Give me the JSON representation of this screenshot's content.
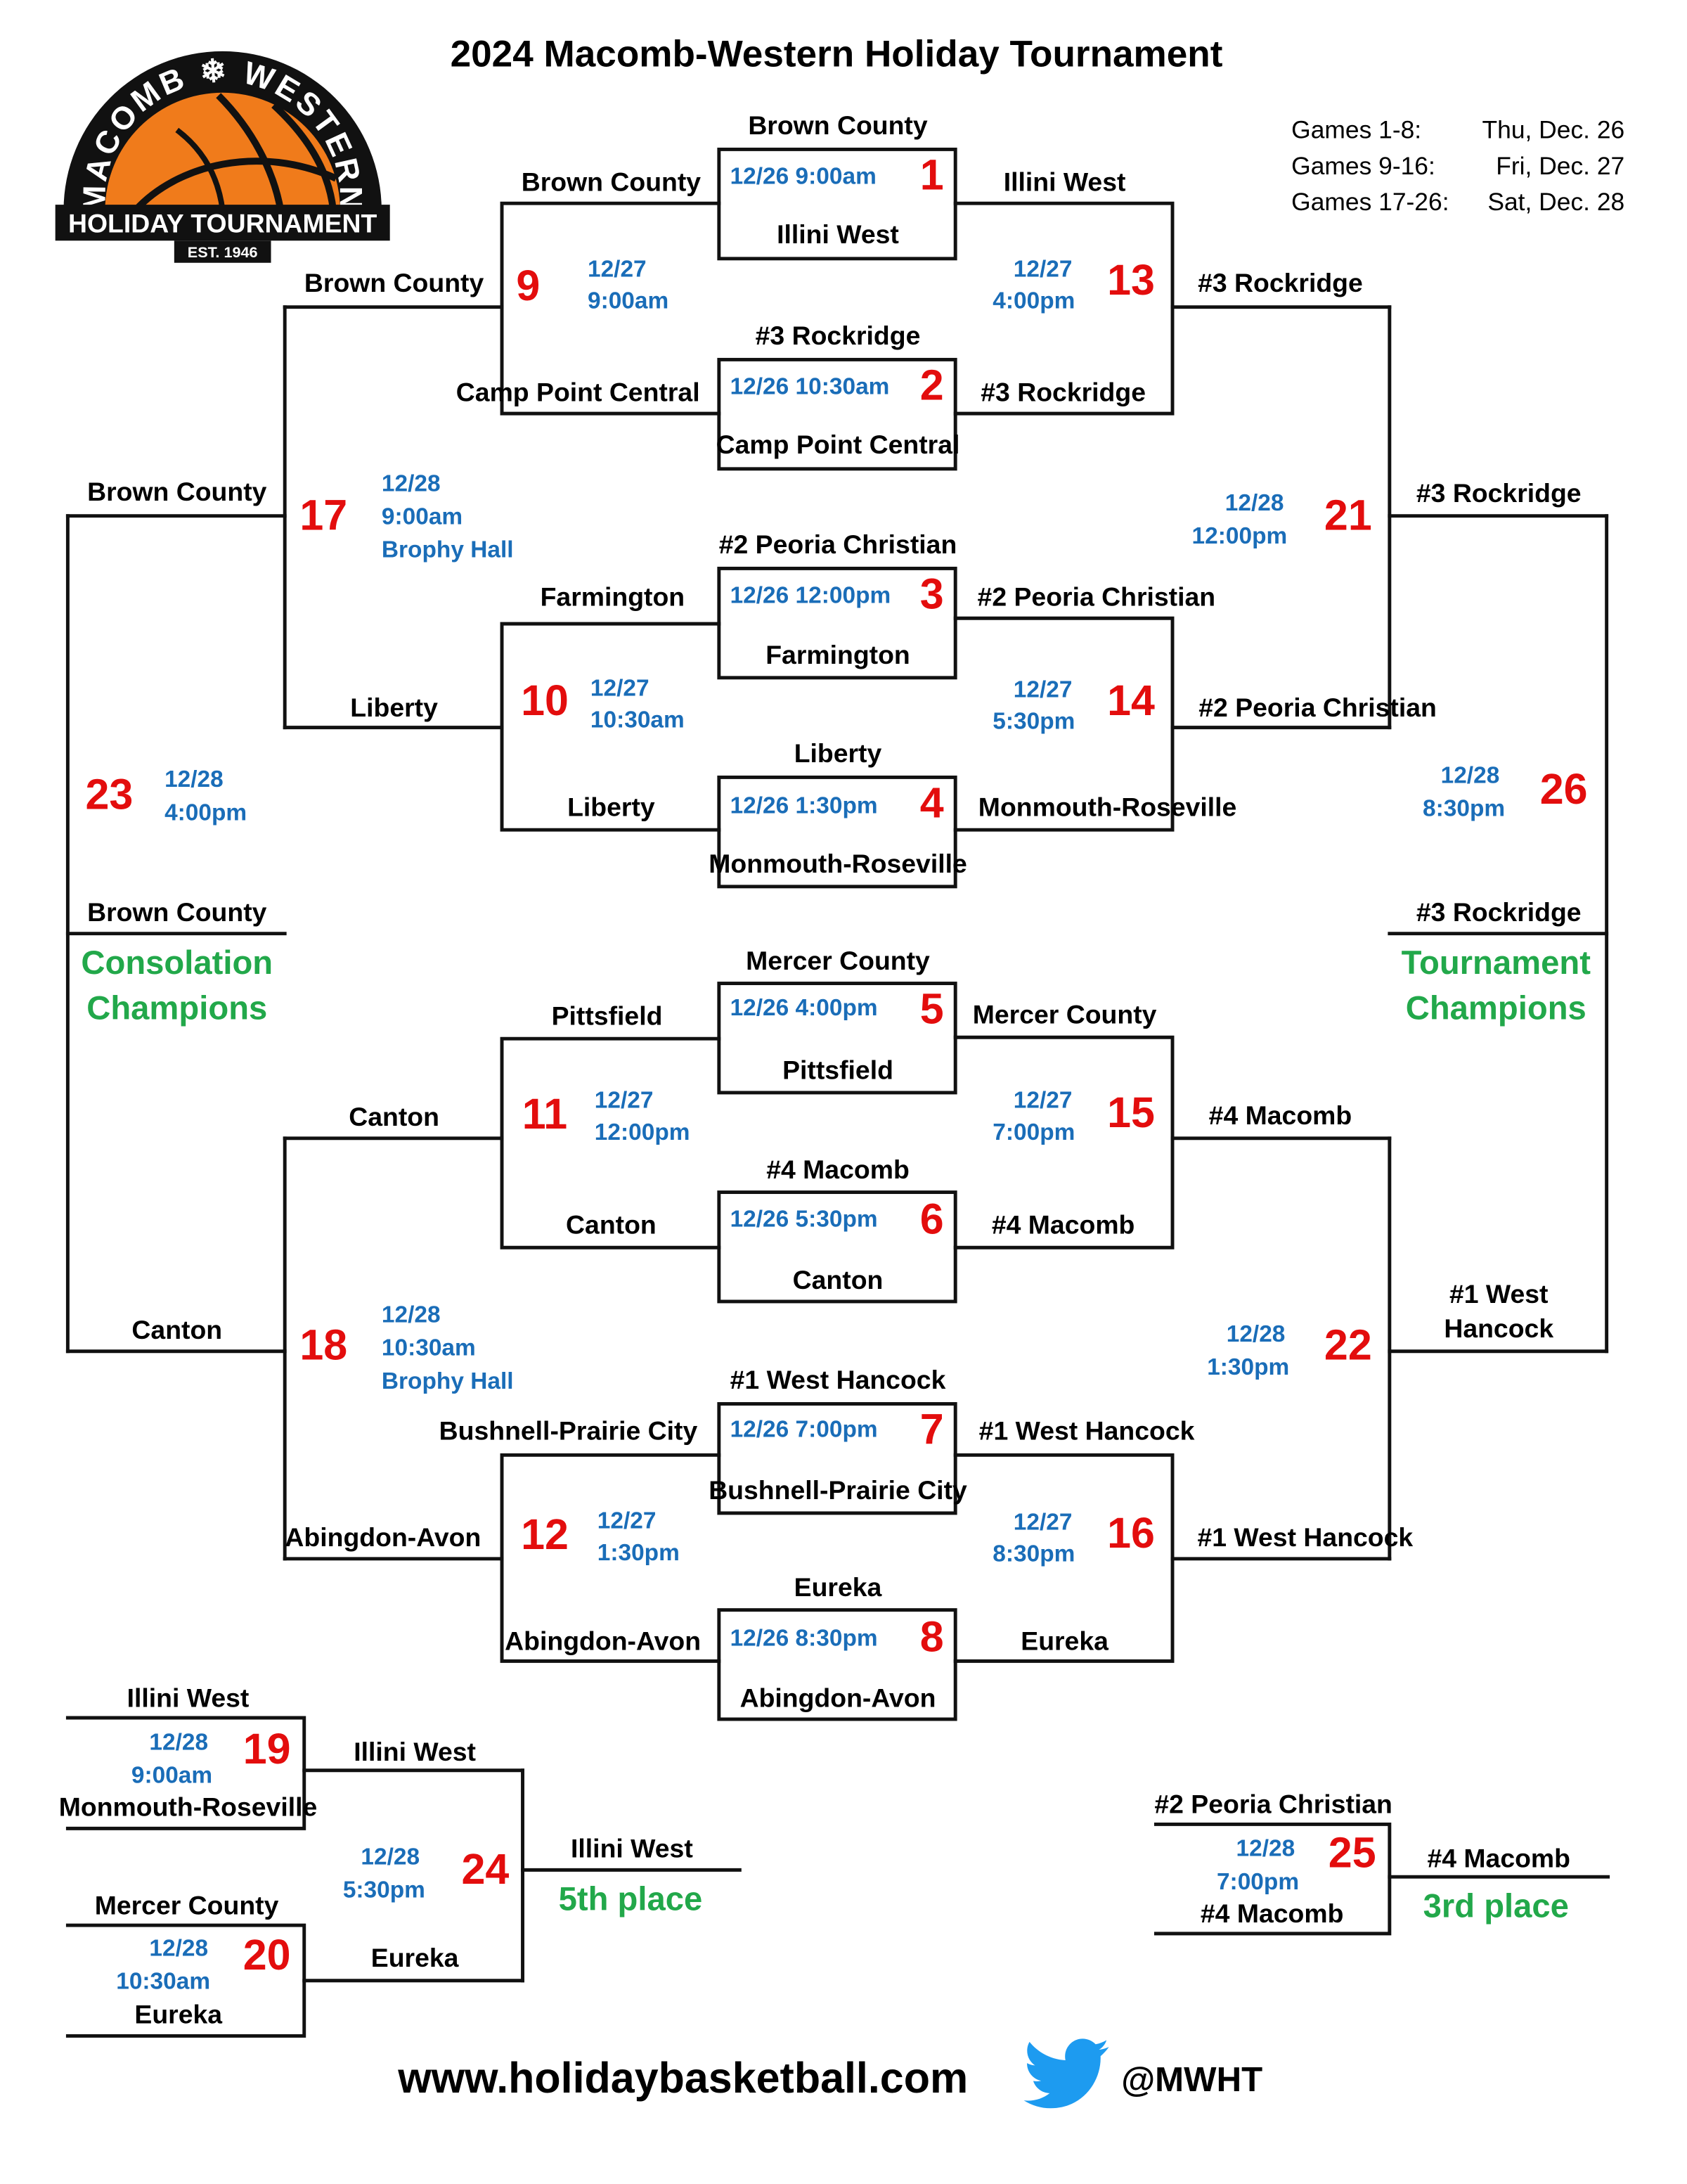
{
  "title": "2024 Macomb-Western Holiday Tournament",
  "logo": {
    "top_text": "MACOMB ❄ WESTERN",
    "banner_text": "HOLIDAY TOURNAMENT",
    "est_text": "EST. 1946",
    "colors": {
      "orange": "#f07b1b",
      "dark": "#111111"
    }
  },
  "schedule": [
    {
      "label": "Games 1-8:",
      "date": "Thu, Dec. 26"
    },
    {
      "label": "Games 9-16:",
      "date": "Fri, Dec. 27"
    },
    {
      "label": "Games 17-26:",
      "date": "Sat, Dec. 28"
    }
  ],
  "games": [
    {
      "n": "1",
      "time": "12/26 9:00am",
      "top": "Brown County",
      "bottom": "Illini West",
      "winner": "Illini West",
      "loser": "Brown County"
    },
    {
      "n": "2",
      "time": "12/26 10:30am",
      "top": "#3 Rockridge",
      "bottom": "Camp Point Central",
      "winner": "#3 Rockridge",
      "loser": "Camp Point Central"
    },
    {
      "n": "3",
      "time": "12/26 12:00pm",
      "top": "#2 Peoria Christian",
      "bottom": "Farmington",
      "winner": "#2 Peoria Christian",
      "loser": "Farmington"
    },
    {
      "n": "4",
      "time": "12/26 1:30pm",
      "top": "Liberty",
      "bottom": "Monmouth-Roseville",
      "winner": "Monmouth-Roseville",
      "loser": "Liberty"
    },
    {
      "n": "5",
      "time": "12/26 4:00pm",
      "top": "Mercer County",
      "bottom": "Pittsfield",
      "winner": "Mercer County",
      "loser": "Pittsfield"
    },
    {
      "n": "6",
      "time": "12/26 5:30pm",
      "top": "#4 Macomb",
      "bottom": "Canton",
      "winner": "#4 Macomb",
      "loser": "Canton"
    },
    {
      "n": "7",
      "time": "12/26 7:00pm",
      "top": "#1 West Hancock",
      "bottom": "Bushnell-Prairie City",
      "winner": "#1 West Hancock",
      "loser": "Bushnell-Prairie City"
    },
    {
      "n": "8",
      "time": "12/26 8:30pm",
      "top": "Eureka",
      "bottom": "Abingdon-Avon",
      "winner": "Eureka",
      "loser": "Abingdon-Avon"
    },
    {
      "n": "9",
      "date": "12/27",
      "time": "9:00am",
      "winner": "Brown County"
    },
    {
      "n": "10",
      "date": "12/27",
      "time": "10:30am",
      "winner": "Liberty"
    },
    {
      "n": "11",
      "date": "12/27",
      "time": "12:00pm",
      "winner": "Canton"
    },
    {
      "n": "12",
      "date": "12/27",
      "time": "1:30pm",
      "winner": "Abingdon-Avon"
    },
    {
      "n": "13",
      "date": "12/27",
      "time": "4:00pm",
      "winner": "#3 Rockridge"
    },
    {
      "n": "14",
      "date": "12/27",
      "time": "5:30pm",
      "winner": "#2 Peoria Christian"
    },
    {
      "n": "15",
      "date": "12/27",
      "time": "7:00pm",
      "winner": "#4 Macomb"
    },
    {
      "n": "16",
      "date": "12/27",
      "time": "8:30pm",
      "winner": "#1 West Hancock"
    },
    {
      "n": "17",
      "date": "12/28",
      "time": "9:00am",
      "venue": "Brophy Hall",
      "winner": "Brown County"
    },
    {
      "n": "18",
      "date": "12/28",
      "time": "10:30am",
      "venue": "Brophy Hall",
      "winner": "Canton"
    },
    {
      "n": "19",
      "date": "12/28",
      "time": "9:00am",
      "top": "Illini West",
      "bottom": "Monmouth-Roseville",
      "winner": "Illini West"
    },
    {
      "n": "20",
      "date": "12/28",
      "time": "10:30am",
      "top": "Mercer County",
      "bottom": "Eureka",
      "winner": "Eureka"
    },
    {
      "n": "21",
      "date": "12/28",
      "time": "12:00pm",
      "winner": "#3 Rockridge"
    },
    {
      "n": "22",
      "date": "12/28",
      "time": "1:30pm",
      "winner": "#1 West Hancock",
      "winner_lines": [
        "#1 West",
        "Hancock"
      ]
    },
    {
      "n": "23",
      "date": "12/28",
      "time": "4:00pm",
      "winner": "Brown County"
    },
    {
      "n": "24",
      "date": "12/28",
      "time": "5:30pm",
      "winner": "Illini West"
    },
    {
      "n": "25",
      "date": "12/28",
      "time": "7:00pm",
      "top": "#2 Peoria Christian",
      "bottom": "#4 Macomb",
      "winner": "#4 Macomb"
    },
    {
      "n": "26",
      "date": "12/28",
      "time": "8:30pm",
      "winner": "#3 Rockridge"
    }
  ],
  "labels": {
    "consolation": [
      "Consolation",
      "Champions"
    ],
    "tournament": [
      "Tournament",
      "Champions"
    ],
    "fifth": "5th place",
    "third": "3rd place"
  },
  "footer": {
    "website": "www.holidaybasketball.com",
    "handle": "@MWHT",
    "twitter_color": "#1d9bf0"
  },
  "colors": {
    "time_blue": "#1a6db8",
    "number_red": "#e30d0d",
    "label_green": "#22a84a"
  }
}
